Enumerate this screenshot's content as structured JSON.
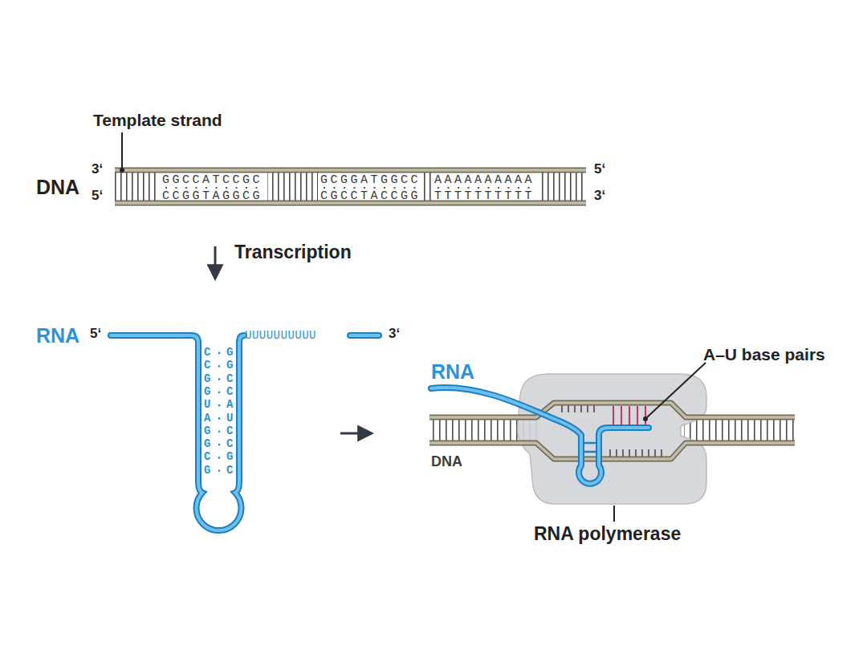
{
  "diagram": {
    "labels": [
      "Template strand",
      "3‘",
      "DNA",
      "5‘",
      "GGCCATCCGC",
      "CCGGTAGGCG",
      "GCGGATGGCC",
      "CGCCTACCGG",
      "AAAAAAAAAA",
      "TTTTTTTTTT",
      "5‘",
      "3‘",
      "Transcription",
      "RNA",
      "5‘",
      "UUUUUUUUUU",
      "3‘",
      "C",
      "C",
      "G",
      "G",
      "U",
      "A",
      "G",
      "G",
      "C",
      "G",
      "G",
      "G",
      "C",
      "C",
      "A",
      "U",
      "C",
      "C",
      "G",
      "C",
      "A–U base pairs",
      "RNA",
      "DNA",
      "RNA polymerase"
    ]
  }
}
